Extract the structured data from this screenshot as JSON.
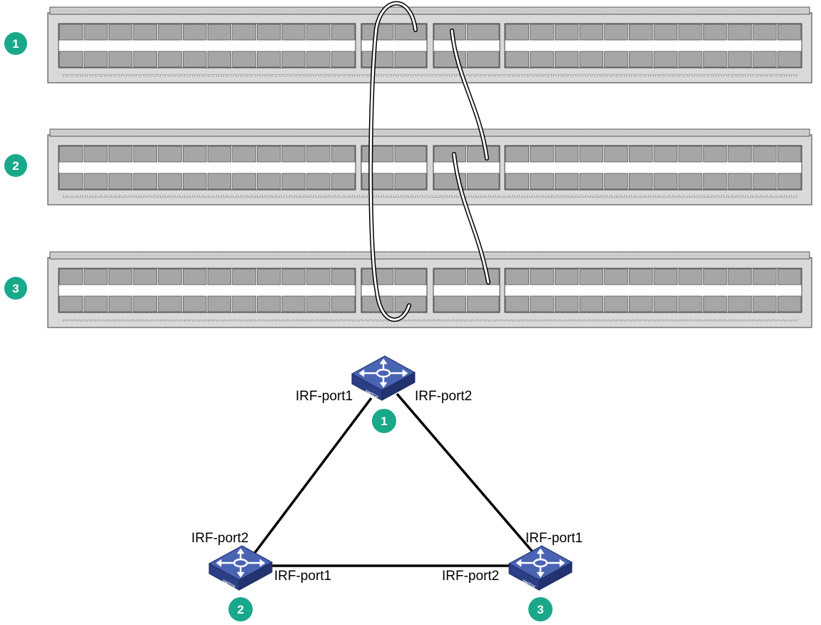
{
  "colors": {
    "badge": "#1aa88a",
    "chassis": "#d9d9d9",
    "port": "#a6a6a6",
    "switch_top": "#4a64b4",
    "switch_side": "#2c3f86",
    "link": "#000000"
  },
  "devices": [
    {
      "badge": "1"
    },
    {
      "badge": "2"
    },
    {
      "badge": "3"
    }
  ],
  "topology": {
    "nodes": [
      {
        "badge": "1",
        "icon": "switch-icon",
        "icon_text": "SWITCH"
      },
      {
        "badge": "2",
        "icon": "switch-icon",
        "icon_text": "SWITCH"
      },
      {
        "badge": "3",
        "icon": "switch-icon",
        "icon_text": "SWITCH"
      }
    ],
    "port_labels": {
      "n1_left": "IRF-port1",
      "n1_right": "IRF-port2",
      "n2_top": "IRF-port2",
      "n2_right": "IRF-port1",
      "n3_top": "IRF-port1",
      "n3_left": "IRF-port2"
    }
  }
}
